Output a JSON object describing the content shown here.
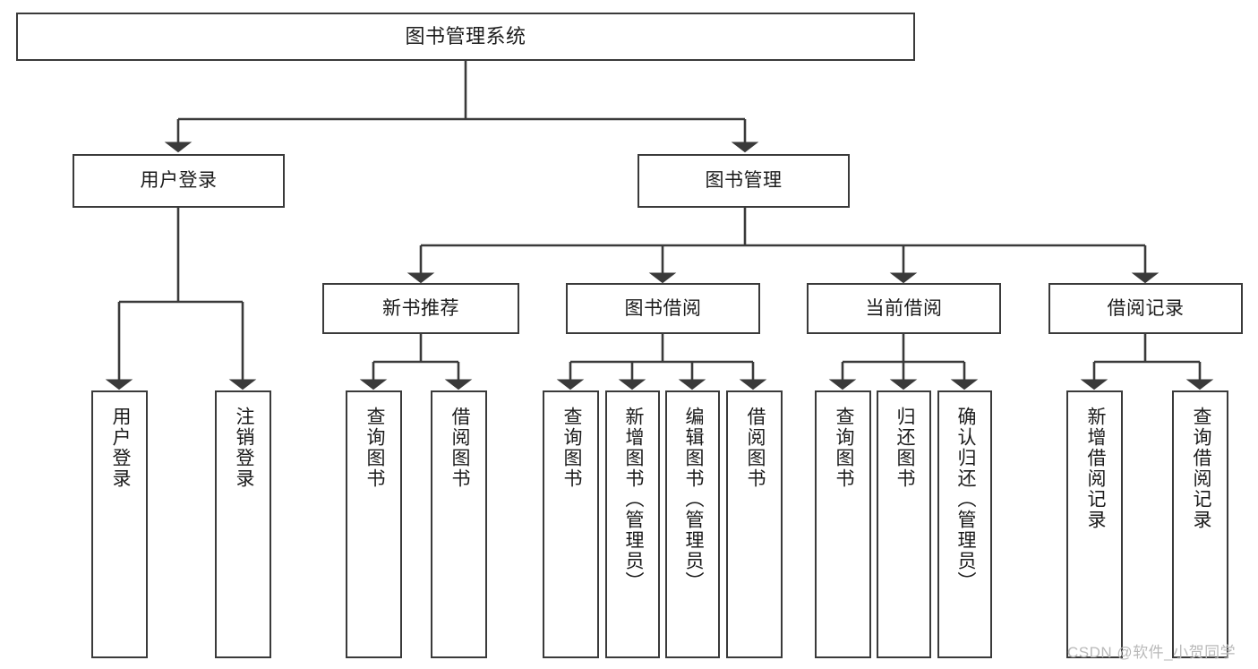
{
  "diagram": {
    "title": "图书管理系统",
    "type": "tree",
    "root": {
      "id": "root",
      "label": "图书管理系统"
    },
    "level1": [
      {
        "id": "login",
        "label": "用户登录"
      },
      {
        "id": "bookmgmt",
        "label": "图书管理"
      }
    ],
    "level2": [
      {
        "id": "newbook",
        "label": "新书推荐",
        "parent": "bookmgmt"
      },
      {
        "id": "borrow",
        "label": "图书借阅",
        "parent": "bookmgmt"
      },
      {
        "id": "current",
        "label": "当前借阅",
        "parent": "bookmgmt"
      },
      {
        "id": "record",
        "label": "借阅记录",
        "parent": "bookmgmt"
      }
    ],
    "leaves": [
      {
        "id": "leaf-user-login",
        "label": "用户登录",
        "parent": "login"
      },
      {
        "id": "leaf-user-logout",
        "label": "注销登录",
        "parent": "login"
      },
      {
        "id": "leaf-query-book-1",
        "label": "查询图书",
        "parent": "newbook"
      },
      {
        "id": "leaf-borrow-book-1",
        "label": "借阅图书",
        "parent": "newbook"
      },
      {
        "id": "leaf-query-book-2",
        "label": "查询图书",
        "parent": "borrow"
      },
      {
        "id": "leaf-add-book",
        "label": "新增图书（管理员）",
        "parent": "borrow"
      },
      {
        "id": "leaf-edit-book",
        "label": "编辑图书（管理员）",
        "parent": "borrow"
      },
      {
        "id": "leaf-borrow-book-2",
        "label": "借阅图书",
        "parent": "borrow"
      },
      {
        "id": "leaf-query-book-3",
        "label": "查询图书",
        "parent": "current"
      },
      {
        "id": "leaf-return-book",
        "label": "归还图书",
        "parent": "current"
      },
      {
        "id": "leaf-confirm-return",
        "label": "确认归还（管理员）",
        "parent": "current"
      },
      {
        "id": "leaf-add-record",
        "label": "新增借阅记录",
        "parent": "record"
      },
      {
        "id": "leaf-query-record",
        "label": "查询借阅记录",
        "parent": "record"
      }
    ],
    "colors": {
      "stroke": "#3a3a3a",
      "fill": "#ffffff",
      "text": "#1b1b1b",
      "watermark": "#b9b9b9"
    }
  },
  "watermark": {
    "text": "CSDN @软件_小贺同学"
  }
}
